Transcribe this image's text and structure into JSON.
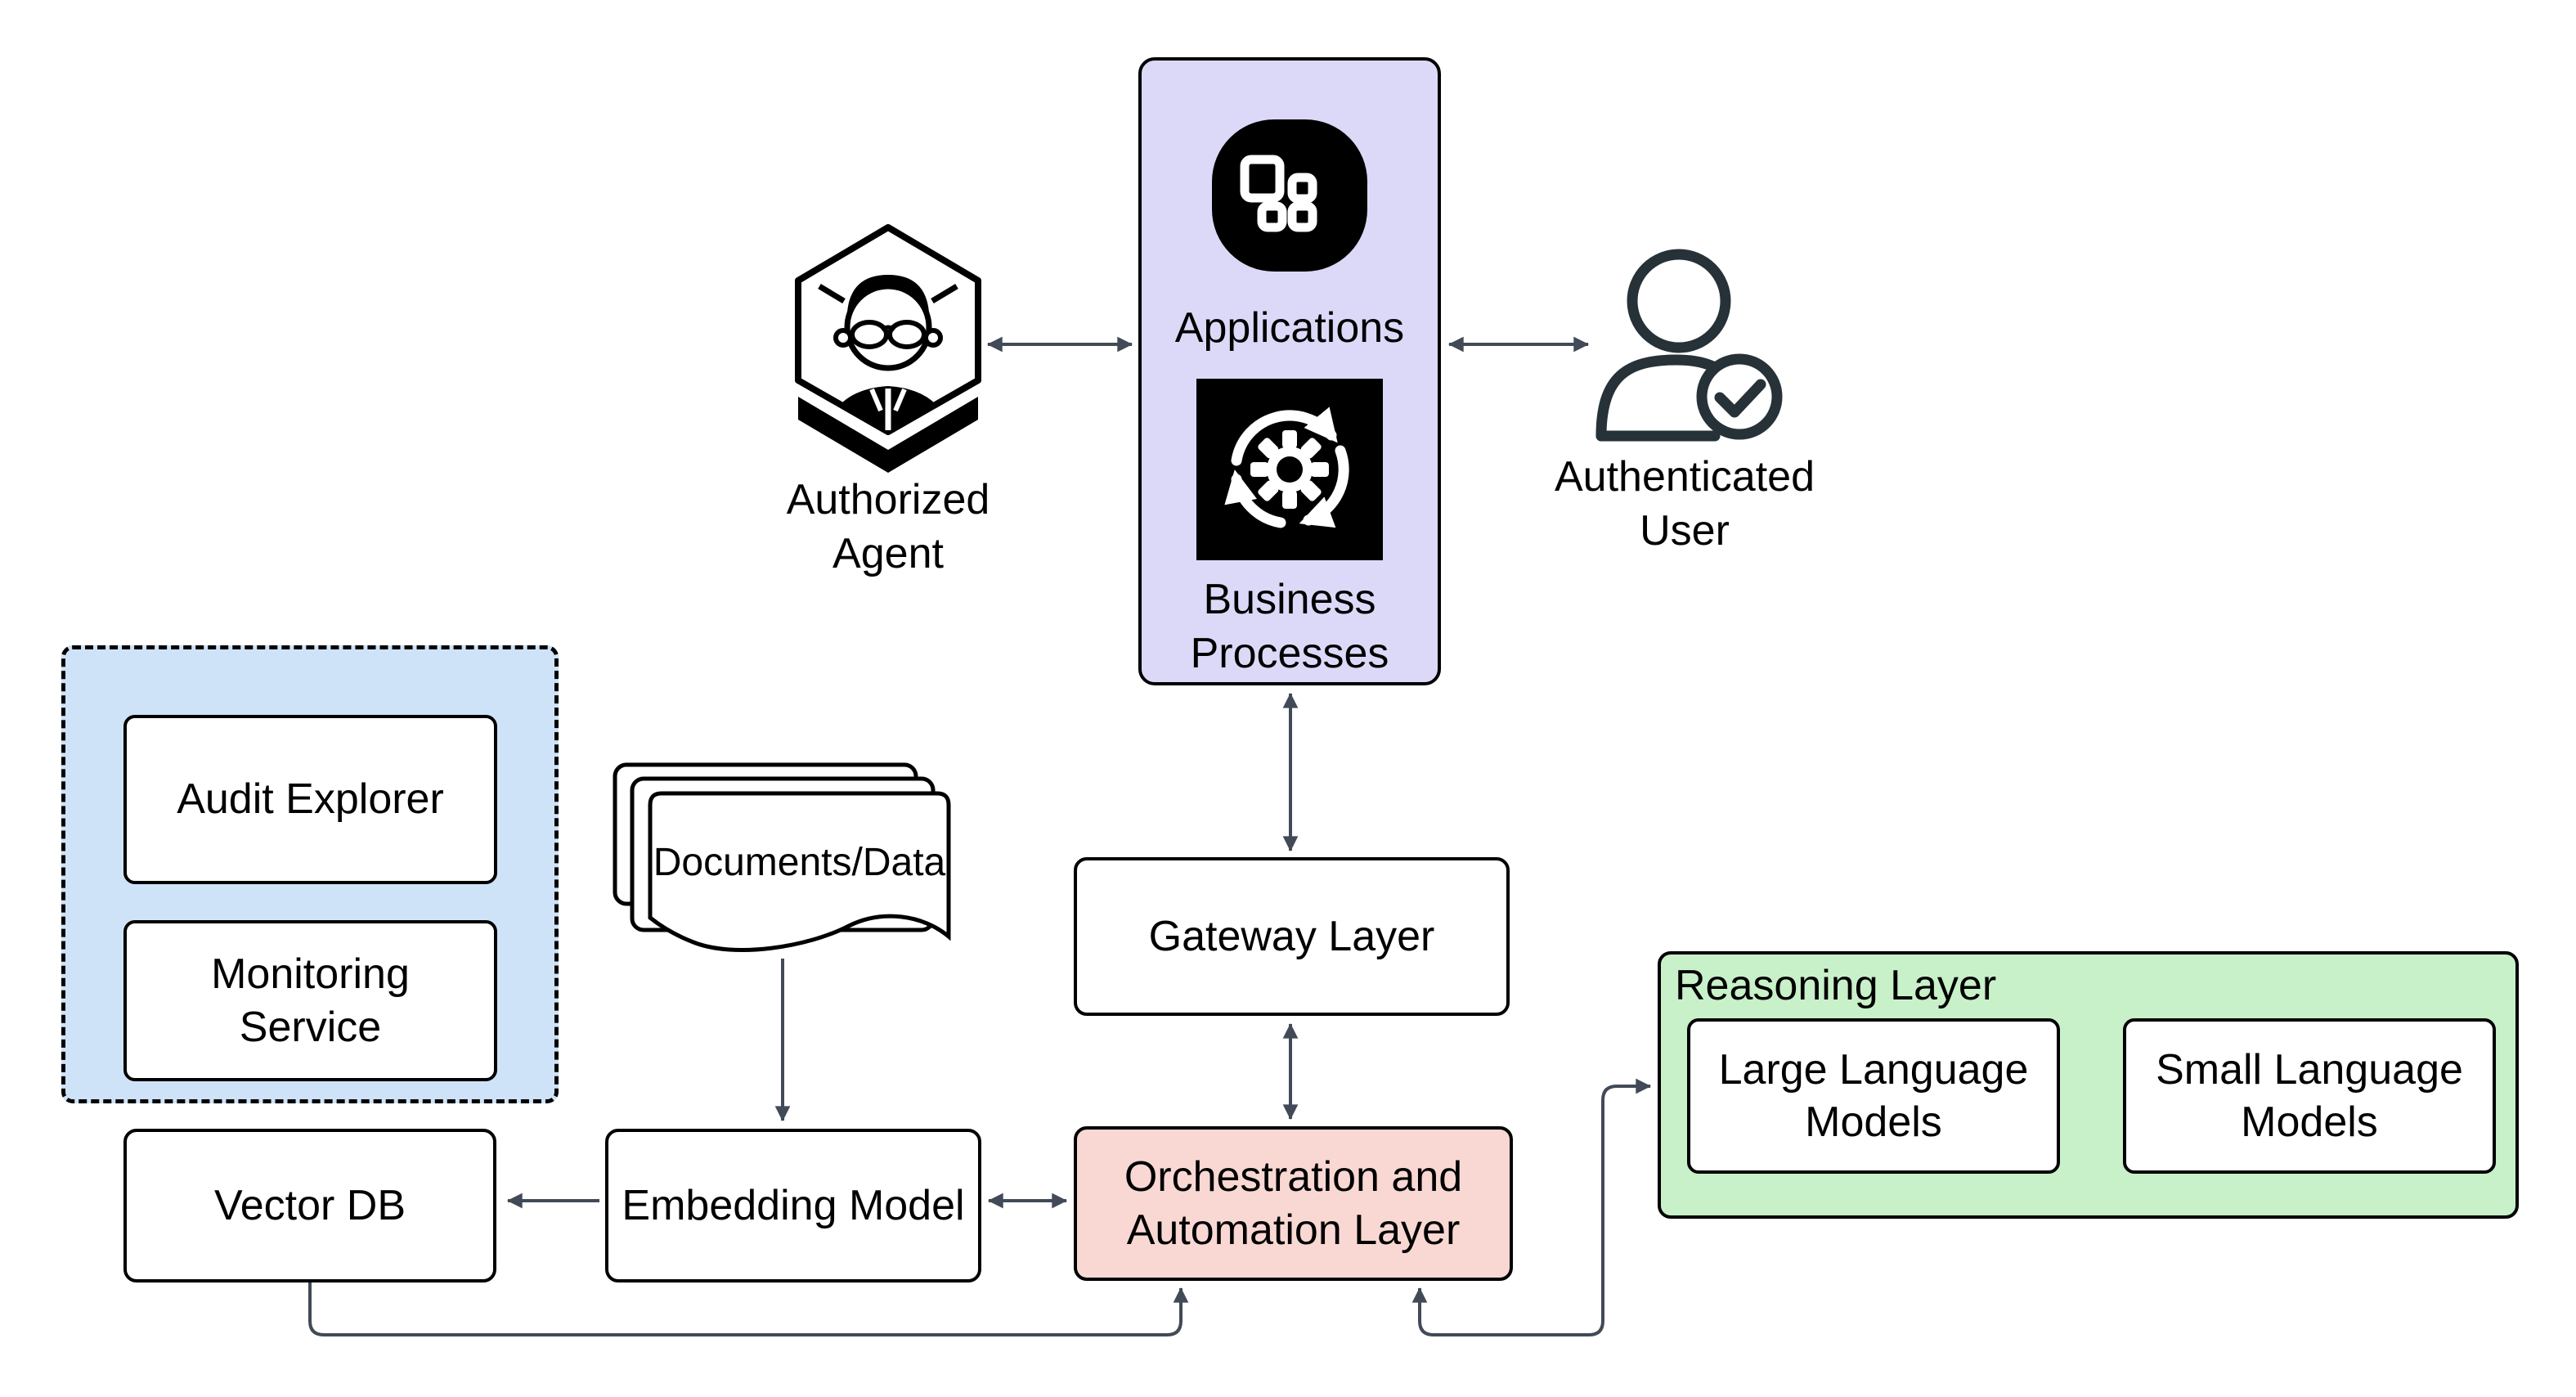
{
  "title": "Agentic architecture diagram",
  "colors": {
    "arrow": "#414a56",
    "purple_panel": "#dcd9f8",
    "blue_panel": "#cfe3f8",
    "pink_panel": "#f9d8d4",
    "green_panel": "#c8f0c9",
    "icon_black": "#000000",
    "user_icon": "#263238"
  },
  "icons": {
    "applications": "app-grid-icon",
    "business_processes": "process-cycle-gear-icon",
    "authorized_agent": "hexagon-person-icon",
    "authenticated_user": "person-check-icon",
    "documents": "stacked-documents-icon"
  },
  "nodes": {
    "applications_panel": {
      "applications_label": "Applications",
      "business_line1": "Business",
      "business_line2": "Processes"
    },
    "authorized_agent": {
      "line1": "Authorized",
      "line2": "Agent"
    },
    "authenticated_user": {
      "line1": "Authenticated",
      "line2": "User"
    },
    "governance_panel": {
      "audit_explorer": "Audit Explorer",
      "monitoring_line1": "Monitoring",
      "monitoring_line2": "Service"
    },
    "documents": {
      "label": "Documents/Data"
    },
    "gateway": {
      "label": "Gateway Layer"
    },
    "orchestration": {
      "line1": "Orchestration and",
      "line2": "Automation Layer"
    },
    "embedding": {
      "label": "Embedding Model"
    },
    "vector_db": {
      "label": "Vector DB"
    },
    "reasoning": {
      "title": "Reasoning Layer",
      "llm_line1": "Large Language",
      "llm_line2": "Models",
      "slm_line1": "Small Language",
      "slm_line2": "Models"
    }
  }
}
